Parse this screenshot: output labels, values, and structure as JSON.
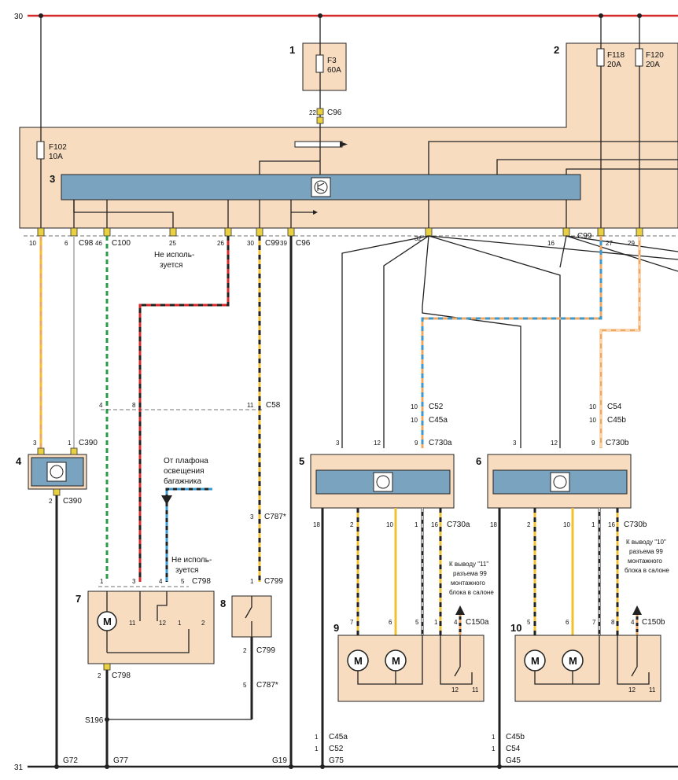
{
  "rails": {
    "top": "30",
    "bottom": "31"
  },
  "components": {
    "c1": "1",
    "c2": "2",
    "c3": "3",
    "c4": "4",
    "c5": "5",
    "c6": "6",
    "c7": "7",
    "c8": "8",
    "c9": "9",
    "c10": "10"
  },
  "fuses": {
    "f3": {
      "name": "F3",
      "rating": "60A"
    },
    "f102": {
      "name": "F102",
      "rating": "10A"
    },
    "f118": {
      "name": "F118",
      "rating": "20A"
    },
    "f120": {
      "name": "F120",
      "rating": "20A"
    }
  },
  "connectors": {
    "c96": "C96",
    "c98": "C98",
    "c100": "C100",
    "c99": "C99",
    "c58": "C58",
    "c390": "C390",
    "c787": "C787*",
    "c798": "C798",
    "c799": "C799",
    "c52": "C52",
    "c45a": "C45a",
    "c54": "C54",
    "c45b": "C45b",
    "c730a": "C730a",
    "c730b": "C730b",
    "c150a": "C150a",
    "c150b": "C150b"
  },
  "pins": {
    "p22": "22",
    "p10": "10",
    "p6": "6",
    "p46": "46",
    "p25": "25",
    "p26": "26",
    "p30": "30",
    "p39": "39",
    "p32": "32",
    "p16": "16",
    "p27": "27",
    "p29": "29",
    "p4": "4",
    "p8": "8",
    "p11": "11",
    "p3": "3",
    "p1": "1",
    "p2": "2",
    "p12": "12",
    "p9": "9",
    "p18": "18",
    "p5": "5",
    "p7": "7"
  },
  "notes": {
    "not_used_1": "Не исполь-",
    "not_used_2": "зуется",
    "from_lamp_1": "От плафона",
    "from_lamp_2": "освещения",
    "from_lamp_3": "багажника",
    "to_pin11_1": "К выводу \"11\"",
    "to_pin10_1": "К выводу \"10\"",
    "to_pin_2": "разъема 99",
    "to_pin_3": "монтажного",
    "to_pin_4": "блока в салоне"
  },
  "grounds": {
    "g72": "G72",
    "g77": "G77",
    "g19": "G19",
    "g75": "G75",
    "g45": "G45",
    "s196": "S196"
  },
  "symbols": {
    "motor": "M"
  },
  "icons": [
    "transistor-icon",
    "motor-icon",
    "fuse-icon",
    "switch-icon",
    "ground-icon"
  ],
  "colors": {
    "box_fill": "#f8dcc0",
    "module_fill": "#7aa3bf",
    "rail_red": "#d42a2a",
    "wire_yellow": "#f0c030",
    "wire_green": "#2a9a4a",
    "wire_blue": "#3a9ad0",
    "wire_orange": "#f0a860"
  }
}
